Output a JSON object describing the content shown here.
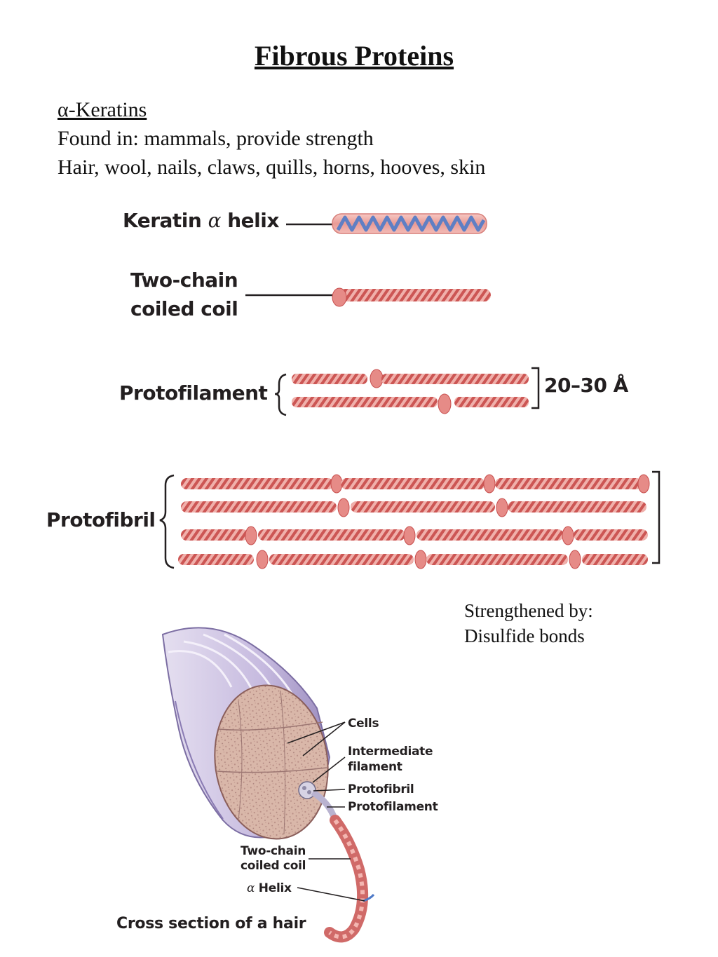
{
  "title": "Fibrous Proteins",
  "subtitle": "α-Keratins",
  "found_in": "Found in: mammals, provide strength",
  "examples": "Hair, wool, nails, claws, quills, horns, hooves, skin",
  "diagram": {
    "alpha_helix_label": "Keratin α helix",
    "alpha_helix_label_pre": "Keratin ",
    "alpha_helix_label_greek": "α",
    "alpha_helix_label_post": " helix",
    "coiled_coil_line1": "Two-chain",
    "coiled_coil_line2": "coiled coil",
    "protofilament_label": "Protofilament",
    "protofilament_width": "20–30 Å",
    "protofibril_label": "Protofibril"
  },
  "strengthened": {
    "line1": "Strengthened by:",
    "line2": "Disulfide bonds"
  },
  "hair": {
    "cells": "Cells",
    "intermediate_line1": "Intermediate",
    "intermediate_line2": "filament",
    "protofibril": "Protofibril",
    "protofilament": "Protofilament",
    "coiled_line1": "Two-chain",
    "coiled_line2": "coiled coil",
    "helix_greek": "α",
    "helix_word": " Helix",
    "caption": "Cross section of a hair"
  },
  "colors": {
    "rope_light": "#f2b8b4",
    "rope_dark": "#c8504f",
    "helix_blue": "#6f8fcf",
    "hair_purple": "#c7bcdf",
    "hair_core": "#d6b6a8"
  }
}
